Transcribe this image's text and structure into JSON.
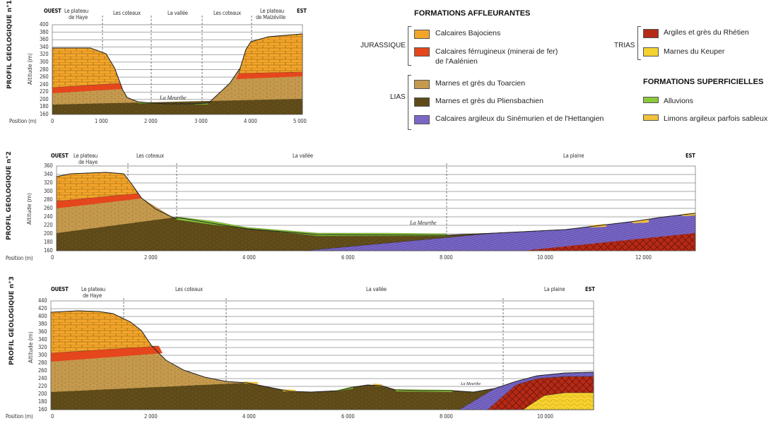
{
  "colors": {
    "bajocien": "#f3a52a",
    "ferrugineux": "#e5461c",
    "toarcien": "#c59a4e",
    "pliensbachien": "#5d4a18",
    "sinemurien": "#7a67c6",
    "rhetien": "#b52a16",
    "keuper": "#f6d230",
    "alluvions": "#8cc83c",
    "limons": "#f2c23c"
  },
  "legend": {
    "title_formations": "FORMATIONS AFFLEURANTES",
    "title_superficielles": "FORMATIONS SUPERFICIELLES",
    "group_jurassique": "JURASSIQUE",
    "group_lias": "LIAS",
    "group_trias": "TRIAS",
    "bajociens": "Calcaires Bajociens",
    "ferrugineux_1": "Calcaires férrugineux (minerai de fer)",
    "ferrugineux_2": "de l'Aalénien",
    "toarcien": "Marnes et grès du Toarcien",
    "pliensbachien": "Marnes et grès du Pliensbachien",
    "sinemurien": "Calcaires argileux du Sinémurien et de l'Hettangien",
    "rhetien": "Argiles et grès du Rhétien",
    "keuper": "Marnes du Keuper",
    "alluvions": "Alluvions",
    "limons": "Limons argileux parfois sableux"
  },
  "common": {
    "altitude": "Altitude (m)",
    "position": "Position (m)",
    "ouest": "OUEST",
    "est": "EST",
    "meurthe": "La Meurthe"
  },
  "profile1": {
    "title": "PROFIL GEOLOGIQUE n°1",
    "zones": [
      "Le plateau",
      "de Haye",
      "Les coteaux",
      "La vallée",
      "Les coteaux",
      "Le plateau",
      "de Malzéville"
    ],
    "yticks": [
      "400",
      "380",
      "360",
      "340",
      "320",
      "300",
      "280",
      "260",
      "240",
      "220",
      "200",
      "180",
      "160"
    ],
    "xticks": [
      "0",
      "1 000",
      "2 000",
      "3 000",
      "4 000",
      "5 000"
    ]
  },
  "profile2": {
    "title": "PROFIL GEOLOGIQUE n°2",
    "zones": [
      "Le plateau",
      "de Haye",
      "Les coteaux",
      "La vallée",
      "La plaine"
    ],
    "yticks": [
      "360",
      "340",
      "320",
      "300",
      "280",
      "260",
      "240",
      "220",
      "200",
      "180",
      "160"
    ],
    "xticks": [
      "0",
      "2 000",
      "4 000",
      "6 000",
      "8 000",
      "10 000",
      "12 000"
    ]
  },
  "profile3": {
    "title": "PROFIL GEOLOGIQUE n°3",
    "zones": [
      "Le plateau",
      "de Haye",
      "Les coteaux",
      "La vallée",
      "La plaine"
    ],
    "yticks": [
      "440",
      "420",
      "400",
      "380",
      "360",
      "340",
      "320",
      "300",
      "280",
      "260",
      "240",
      "220",
      "200",
      "180",
      "160"
    ],
    "xticks": [
      "0",
      "2 000",
      "4 000",
      "6 000",
      "8 000",
      "10 000"
    ]
  }
}
